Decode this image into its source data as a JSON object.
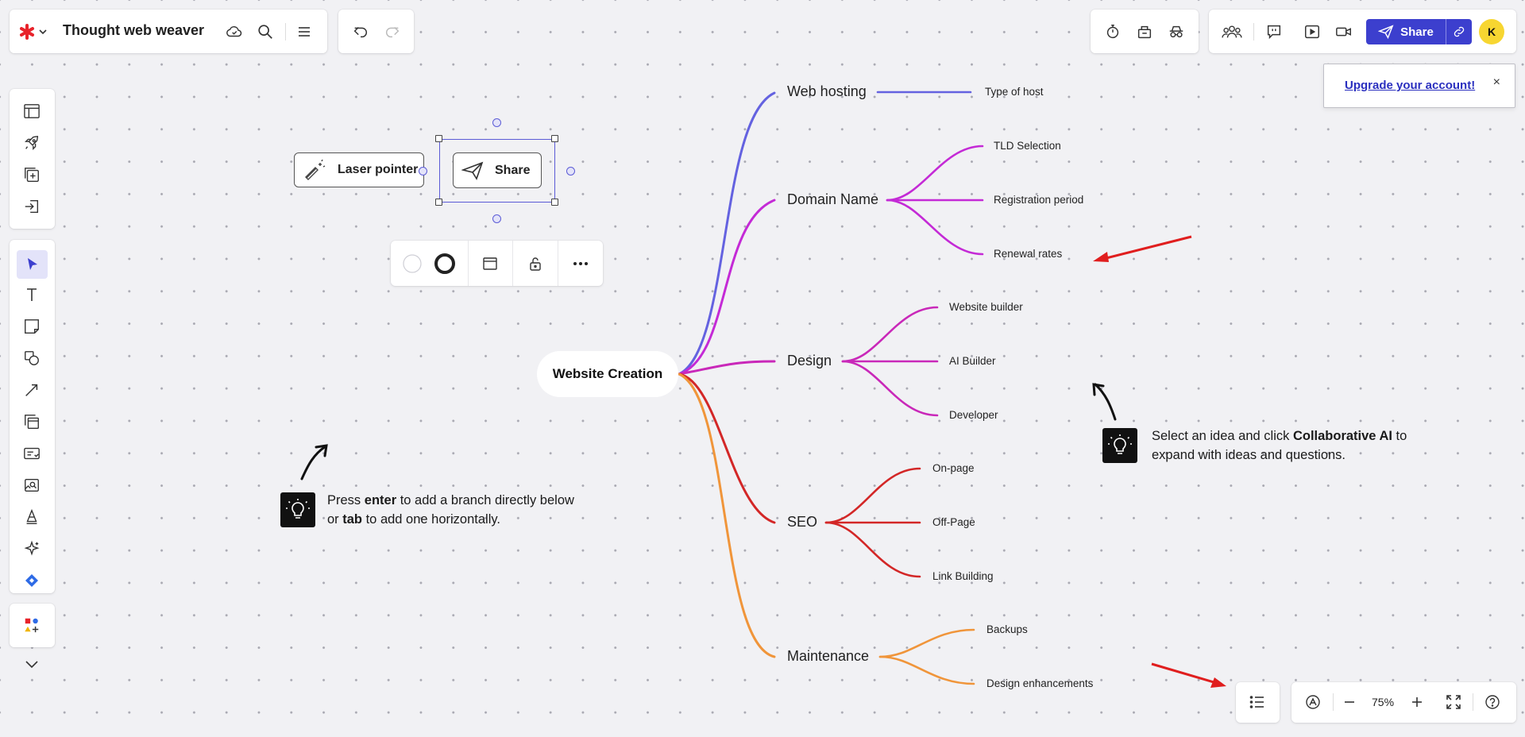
{
  "header": {
    "board_title": "Thought web weaver",
    "share_label": "Share",
    "avatar_initial": "K",
    "upgrade_label": "Upgrade your account!",
    "upgrade_close": "×"
  },
  "canvas": {
    "laser_pointer_label": "Laser pointer",
    "share_shape_label": "Share",
    "mindmap": {
      "root": "Website Creation",
      "branches": [
        {
          "label": "Web hosting",
          "color": "#6462e0",
          "children": [
            "Type of host"
          ]
        },
        {
          "label": "Domain Name",
          "color": "#c42ad6",
          "children": [
            "TLD Selection",
            "Registration period",
            "Renewal rates"
          ]
        },
        {
          "label": "Design",
          "color": "#c928b9",
          "children": [
            "Website builder",
            "AI Builder",
            "Developer"
          ]
        },
        {
          "label": "SEO",
          "color": "#d32727",
          "children": [
            "On-page",
            "Off-Page",
            "Link Building"
          ]
        },
        {
          "label": "Maintenance",
          "color": "#f0953a",
          "children": [
            "Backups",
            "Design enhancements"
          ]
        }
      ]
    },
    "tips": {
      "left": {
        "p1": "Press ",
        "b1": "enter",
        "p2": " to add a branch directly below or ",
        "b2": "tab",
        "p3": " to add one horizontally."
      },
      "right": {
        "p1": "Select an idea and click ",
        "b1": "Collaborative AI",
        "p2": " to expand with ideas and questions."
      }
    }
  },
  "zoom": {
    "level": "75%"
  },
  "colors": {
    "accent": "#3c3fce",
    "arrow": "#e01e1e",
    "logo": "#e8232b"
  }
}
